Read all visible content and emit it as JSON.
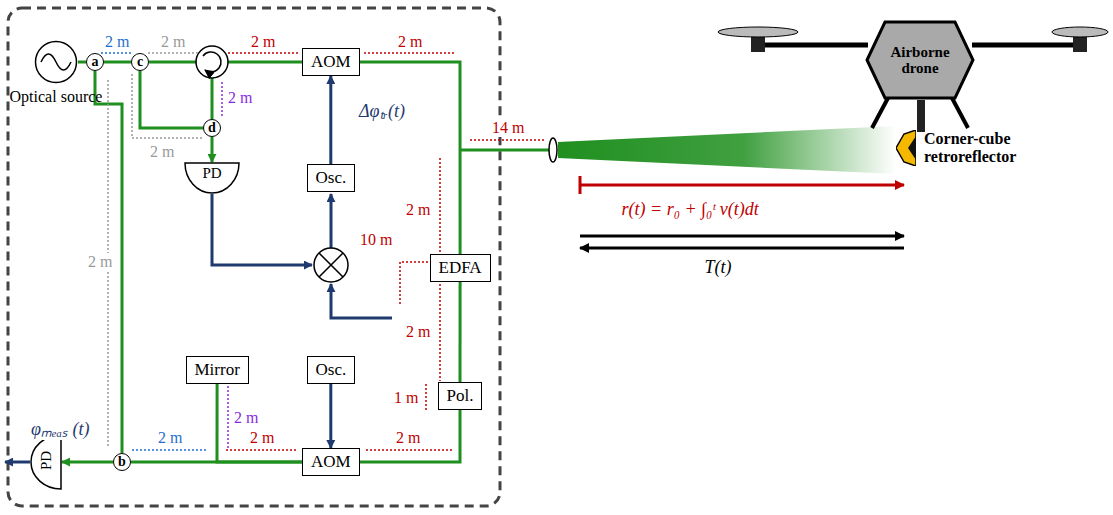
{
  "diagram": {
    "nodes": [
      {
        "text": [
          "Optical source"
        ]
      },
      {
        "text": [
          "a"
        ]
      },
      {
        "text": [
          "c"
        ]
      },
      {
        "text": [
          "d"
        ]
      },
      {
        "text": [
          "AOM"
        ]
      },
      {
        "text": [
          "Osc."
        ]
      },
      {
        "text": [
          "PD"
        ]
      },
      {
        "text": [
          "Airborne drone"
        ]
      },
      {
        "text": [
          "Corner-cube retroreflector"
        ]
      },
      {
        "text": [
          "EDFA"
        ]
      },
      {
        "text": [
          "Mirror"
        ]
      },
      {
        "text": [
          "Osc."
        ]
      },
      {
        "text": [
          "Pol."
        ]
      },
      {
        "text": [
          "b"
        ]
      },
      {
        "text": [
          "AOM"
        ]
      },
      {
        "text": [
          "PD"
        ]
      }
    ],
    "edges": [
      {
        "from": 0,
        "to": 1,
        "arrow": "none"
      },
      {
        "from": 1,
        "to": 2,
        "arrow": "none"
      },
      {
        "from": 2,
        "to": 3,
        "arrow": "none"
      },
      {
        "from": 3,
        "to": 6,
        "arrow": "to"
      },
      {
        "from": 5,
        "to": 4,
        "label": "Δφₜᵣ(t)",
        "arrow": "to"
      },
      {
        "from": 4,
        "to": 9,
        "arrow": "none"
      },
      {
        "from": 9,
        "to": 12,
        "arrow": "none"
      },
      {
        "from": 12,
        "to": 14,
        "arrow": "none"
      },
      {
        "from": 14,
        "to": 10,
        "arrow": "none"
      },
      {
        "from": 14,
        "to": 13,
        "arrow": "none"
      },
      {
        "from": 1,
        "to": 13,
        "arrow": "none"
      },
      {
        "from": 13,
        "to": 15,
        "arrow": "to"
      },
      {
        "from": 11,
        "to": 14,
        "arrow": "to"
      },
      {
        "from": 2,
        "to": 4,
        "arrow": "none"
      }
    ],
    "labels": [
      "2 m",
      "2 m",
      "2 m",
      "2 m",
      "2 m",
      "2 m",
      "14 m",
      "2 m",
      "2 m",
      "10 m",
      "r(t) = r₀ + ∫₀ᵗ v(t)dt",
      "T(t)",
      "2 m",
      "1 m",
      "2 m",
      "φₘₑₐₛ (t)",
      "2 m",
      "2 m",
      "2 m"
    ]
  }
}
